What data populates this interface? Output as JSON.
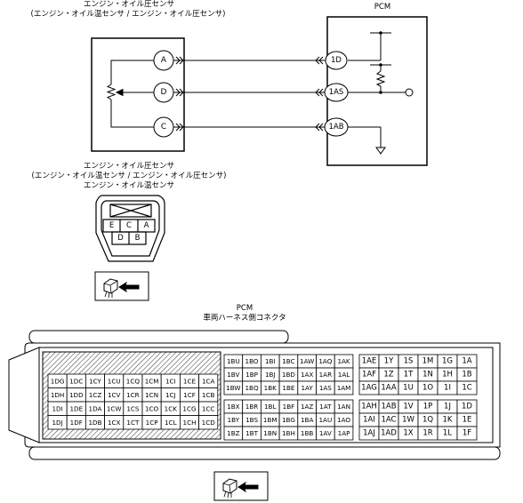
{
  "top": {
    "sensor_title": "エンジン・オイル圧センサ",
    "sensor_subtitle": "(エンジン・オイル温センサ / エンジン・オイル圧センサ)",
    "pcm_title": "PCM"
  },
  "sensor_pins": [
    "A",
    "D",
    "C"
  ],
  "pcm_pins": [
    "1D",
    "1AS",
    "1AB"
  ],
  "connector": {
    "line1": "エンジン・オイル圧センサ",
    "line2": "(エンジン・オイル温センサ / エンジン・オイル圧センサ)",
    "line3": "エンジン・オイル温センサ",
    "top_row": [
      "E",
      "C",
      "A"
    ],
    "bottom_row": [
      "D",
      "B"
    ]
  },
  "pcm_connector": {
    "title": "PCM",
    "subtitle": "車両ハーネス側コネクタ",
    "left_block": [
      [
        "1DG",
        "1DC",
        "1CY",
        "1CU",
        "1CQ",
        "1CM",
        "1CI",
        "1CE",
        "1CA"
      ],
      [
        "1DH",
        "1DD",
        "1CZ",
        "1CV",
        "1CR",
        "1CN",
        "1CJ",
        "1CF",
        "1CB"
      ],
      [
        "1DI",
        "1DE",
        "1DA",
        "1CW",
        "1CS",
        "1CO",
        "1CK",
        "1CG",
        "1CC"
      ],
      [
        "1DJ",
        "1DF",
        "1DB",
        "1CX",
        "1CT",
        "1CP",
        "1CL",
        "1CH",
        "1CD"
      ]
    ],
    "mid_upper": [
      [
        "1BU",
        "1BO",
        "1BI",
        "1BC",
        "1AW",
        "1AQ",
        "1AK"
      ],
      [
        "1BV",
        "1BP",
        "1BJ",
        "1BD",
        "1AX",
        "1AR",
        "1AL"
      ],
      [
        "1BW",
        "1BQ",
        "1BK",
        "1BE",
        "1AY",
        "1AS",
        "1AM"
      ]
    ],
    "mid_lower": [
      [
        "1BX",
        "1BR",
        "1BL",
        "1BF",
        "1AZ",
        "1AT",
        "1AN"
      ],
      [
        "1BY",
        "1BS",
        "1BM",
        "1BG",
        "1BA",
        "1AU",
        "1AO"
      ],
      [
        "1BZ",
        "1BT",
        "1BN",
        "1BH",
        "1BB",
        "1AV",
        "1AP"
      ]
    ],
    "right_upper": [
      [
        "1AE",
        "1Y",
        "1S",
        "1M",
        "1G",
        "1A"
      ],
      [
        "1AF",
        "1Z",
        "1T",
        "1N",
        "1H",
        "1B"
      ],
      [
        "1AG",
        "1AA",
        "1U",
        "1O",
        "1I",
        "1C"
      ]
    ],
    "right_lower": [
      [
        "1AH",
        "1AB",
        "1V",
        "1P",
        "1J",
        "1D"
      ],
      [
        "1AI",
        "1AC",
        "1W",
        "1Q",
        "1K",
        "1E"
      ],
      [
        "1AJ",
        "1AD",
        "1X",
        "1R",
        "1L",
        "1F"
      ]
    ]
  }
}
